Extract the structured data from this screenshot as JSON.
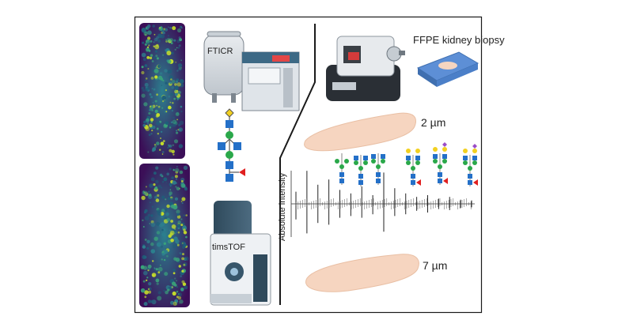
{
  "labels": {
    "ffpe": "FFPE kidney biopsy",
    "ftic": "FTICR",
    "tims": "timsTOF",
    "thin_section": "2 µm",
    "thick_section": "7 µm",
    "y_axis": "Absolute intensity"
  },
  "colors": {
    "frame": "#1a1a1a",
    "tissue_dark": "#3b0f57",
    "tissue_mid": "#2c7f8e",
    "tissue_high": "#c8e02a",
    "section": "#f6d5c0",
    "slide": "#6a9be0",
    "mannose": "#2aa84a",
    "glcnac": "#2470c8",
    "galactose": "#f2d020",
    "fucose": "#e02020",
    "sialic": "#9b4dc7"
  },
  "spectrum_peaks": {
    "upper": [
      0.35,
      0.95,
      0.55,
      0.7,
      0.4,
      0.3,
      0.5,
      0.25,
      0.9,
      0.45,
      0.3,
      0.2,
      0.25,
      0.15,
      0.2,
      0.12,
      0.1
    ],
    "lower": [
      0.45,
      0.85,
      0.55,
      0.6,
      0.4,
      0.35,
      0.4,
      0.3,
      0.8,
      0.35,
      0.3,
      0.2,
      0.25,
      0.15,
      0.18,
      0.12,
      0.1
    ]
  }
}
